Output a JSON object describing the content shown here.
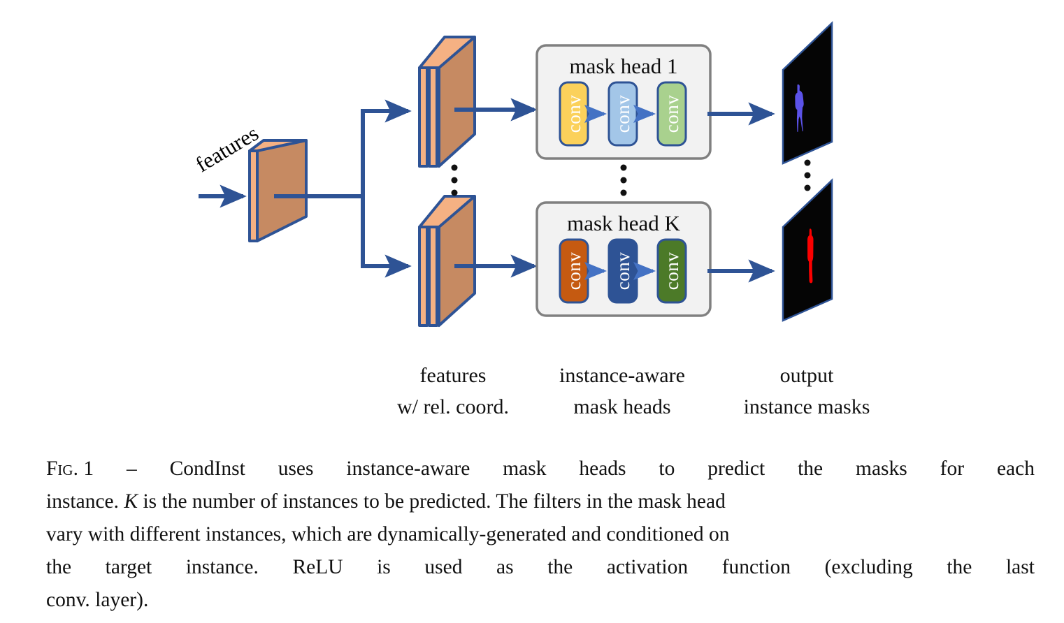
{
  "figure": {
    "input_label": "features",
    "mask_heads": [
      {
        "title": "mask head 1",
        "convs": [
          {
            "label": "conv",
            "fill": "#FBD15B",
            "stroke": "#2E5395"
          },
          {
            "label": "conv",
            "fill": "#A3C6E8",
            "stroke": "#2E5395"
          },
          {
            "label": "conv",
            "fill": "#A9D18E",
            "stroke": "#2E5395"
          }
        ]
      },
      {
        "title": "mask head K",
        "convs": [
          {
            "label": "conv",
            "fill": "#C55A11",
            "stroke": "#2E5395"
          },
          {
            "label": "conv",
            "fill": "#2E5395",
            "stroke": "#2E5395"
          },
          {
            "label": "conv",
            "fill": "#4C7A28",
            "stroke": "#2E5395"
          }
        ]
      }
    ],
    "outputs": [
      {
        "mask_color": "#5B52E8",
        "background": "#050505"
      },
      {
        "mask_color": "#FB0000",
        "background": "#050505"
      }
    ],
    "ellipsis": "⋮",
    "column_labels": [
      {
        "line1": "features",
        "line2": "w/ rel. coord."
      },
      {
        "line1": "instance-aware",
        "line2": "mask heads"
      },
      {
        "line1": "output",
        "line2": "instance masks"
      }
    ],
    "colors": {
      "feature_face": "#C68A62",
      "feature_edge": "#F5B183",
      "slab_outline": "#2E5395",
      "arrow": "#2E5395",
      "inner_arrow": "#4472C4",
      "head_box_fill": "#F2F2F2",
      "head_box_stroke": "#808080"
    }
  },
  "caption": {
    "fig_tag_big": "F",
    "fig_tag_small": "ig.",
    "fig_number": "1",
    "dash": "–",
    "line1_a": "CondInst",
    "line1_b": "uses",
    "line1_c": "instance-aware",
    "line1_d": "mask",
    "line1_e": "heads",
    "line1_f": "to",
    "line1_g": "predict",
    "line1_h": "the",
    "line1_i": "masks",
    "line1_j": "for",
    "line1_k": "each",
    "line2_a": "instance.",
    "line2_var": "K",
    "line2_b": "is the number of instances to be predicted. The filters in the mask head",
    "line3": "vary with different instances, which are dynamically-generated and conditioned on",
    "line4_a": "the",
    "line4_b": "target",
    "line4_c": "instance.",
    "line4_d": "ReLU",
    "line4_e": "is",
    "line4_f": "used",
    "line4_g": "as",
    "line4_h": "the",
    "line4_i": "activation",
    "line4_j": "function",
    "line4_k": "(excluding",
    "line4_l": "the",
    "line4_m": "last",
    "line5": "conv. layer)."
  }
}
